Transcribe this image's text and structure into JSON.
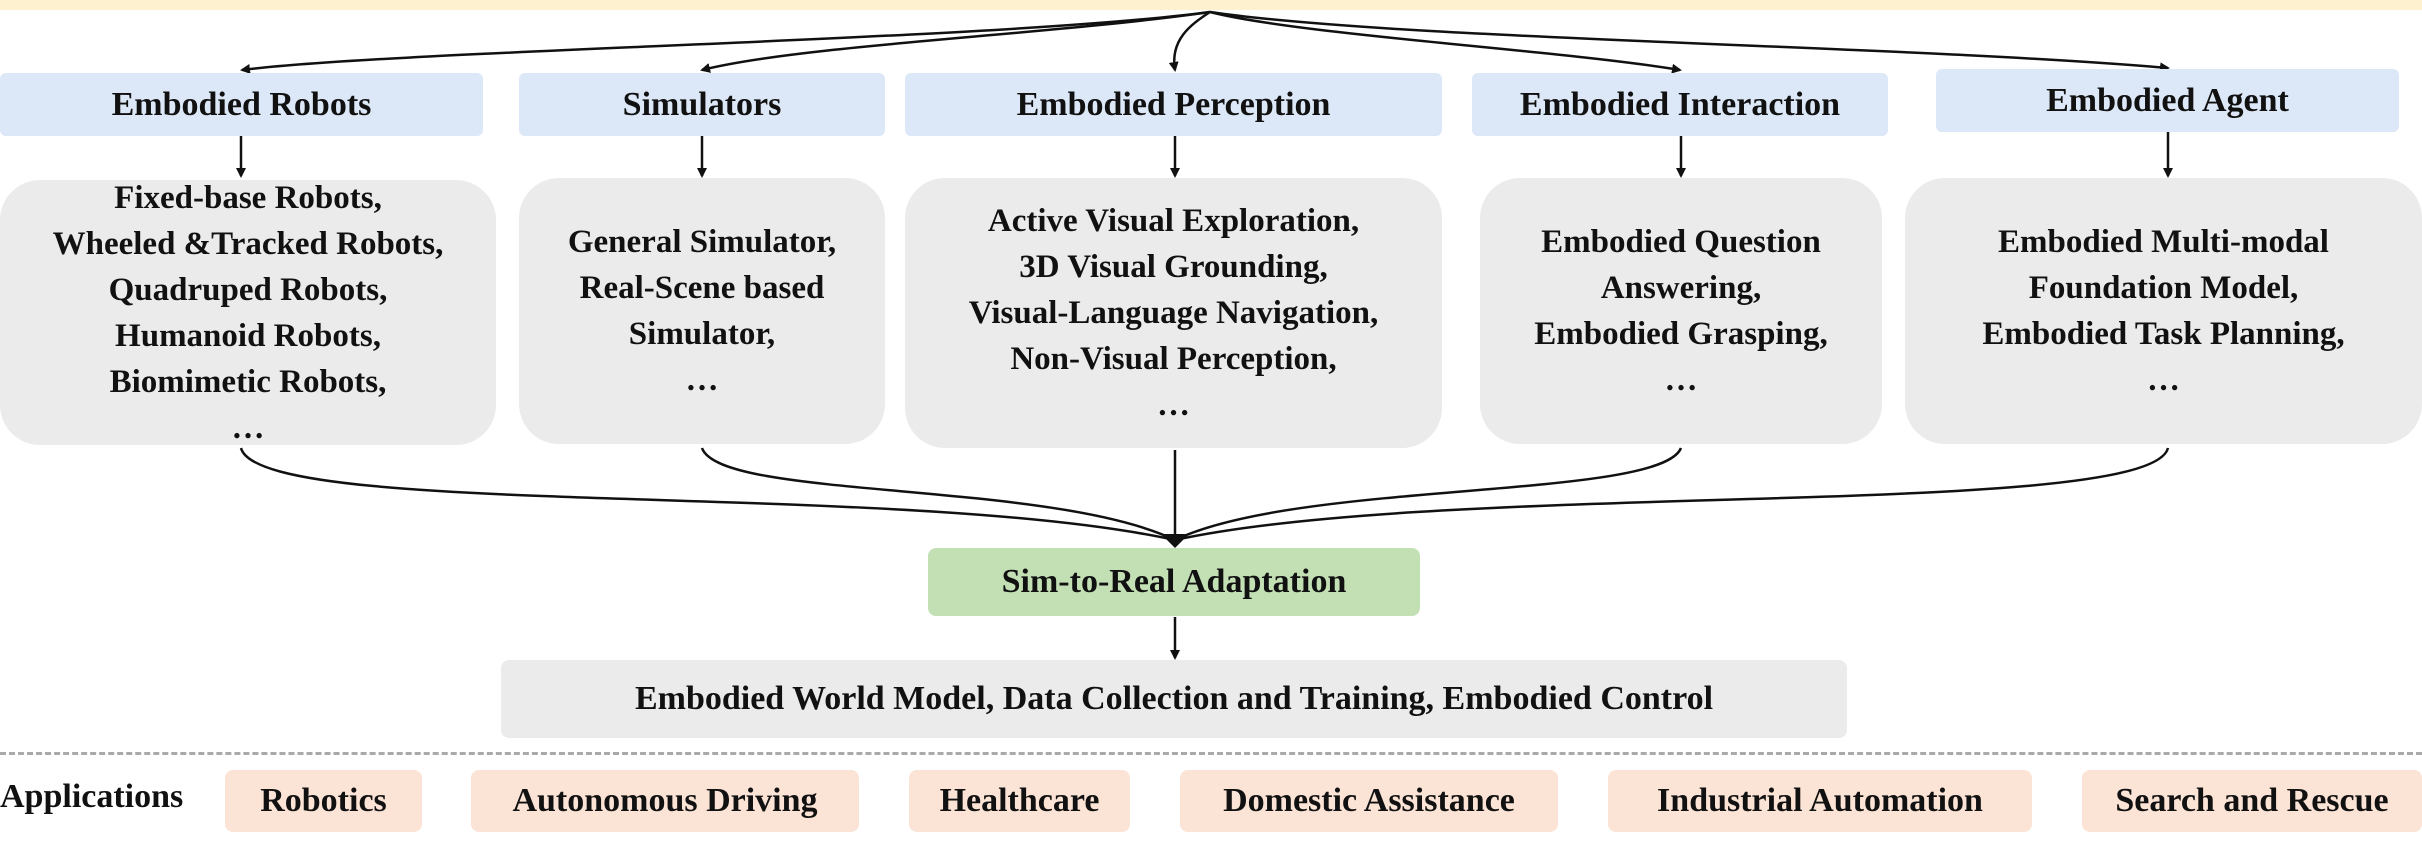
{
  "categories": [
    {
      "title": "Embodied Robots",
      "items": [
        "Fixed-base Robots,",
        "Wheeled &Tracked Robots,",
        "Quadruped Robots,",
        "Humanoid Robots,",
        "Biomimetic Robots,",
        "…"
      ]
    },
    {
      "title": "Simulators",
      "items": [
        "General Simulator,",
        "Real-Scene based",
        "Simulator,",
        "…"
      ]
    },
    {
      "title": "Embodied Perception",
      "items": [
        "Active Visual Exploration,",
        "3D Visual Grounding,",
        "Visual-Language Navigation,",
        "Non-Visual Perception,",
        "…"
      ]
    },
    {
      "title": "Embodied Interaction",
      "items": [
        "Embodied Question",
        "Answering,",
        "Embodied Grasping,",
        "…"
      ]
    },
    {
      "title": "Embodied Agent",
      "items": [
        "Embodied Multi-modal",
        "Foundation Model,",
        "Embodied Task Planning,",
        "…"
      ]
    }
  ],
  "sim_to_real": "Sim-to-Real Adaptation",
  "world_model": "Embodied World Model, Data Collection and Training, Embodied Control",
  "applications": {
    "label": "Applications",
    "items": [
      "Robotics",
      "Autonomous Driving",
      "Healthcare",
      "Domestic Assistance",
      "Industrial Automation",
      "Search and Rescue"
    ]
  },
  "colors": {
    "header_fill": "#dce8f7",
    "detail_fill": "#ebebeb",
    "sim_to_real_fill": "#c3e0b5",
    "application_fill": "#fbe3d6",
    "top_strip": "#fdf1cf"
  }
}
